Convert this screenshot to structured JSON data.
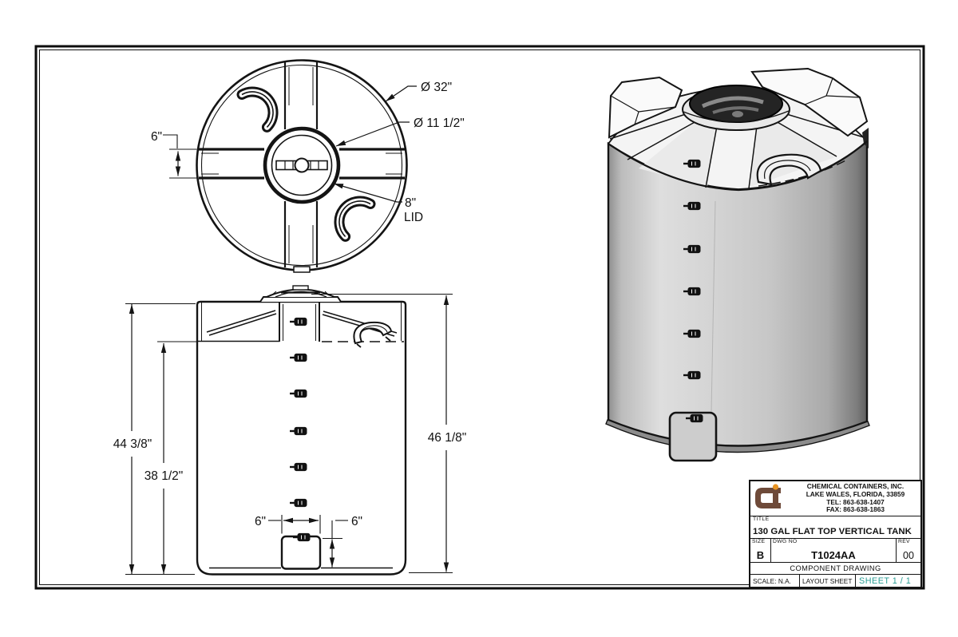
{
  "title_block": {
    "company_name": "CHEMICAL CONTAINERS, INC.",
    "company_address": "LAKE WALES, FLORIDA, 33859",
    "company_tel": "TEL: 863-638-1407",
    "company_fax": "FAX: 863-638-1863",
    "title_label": "TITLE",
    "title": "130 GAL FLAT TOP VERTICAL TANK",
    "size_label": "SIZE",
    "size_value": "B",
    "dwg_label": "DWG NO",
    "dwg_value": "T1024AA",
    "rev_label": "REV",
    "rev_value": "00",
    "drawing_type": "COMPONENT DRAWING",
    "scale": "SCALE: N.A.",
    "layout": "LAYOUT SHEET",
    "sheet": "SHEET 1 / 1"
  },
  "top_view": {
    "dim_outer_diameter": "Ø 32\"",
    "dim_lid_ring_diameter": "Ø 11 1/2\"",
    "dim_lid_size": "8\"",
    "dim_lid_word": "LID",
    "dim_rib_band": "6\""
  },
  "front_view": {
    "dim_height_shoulder": "44 3/8\"",
    "dim_height_sidewall": "38 1/2\"",
    "dim_height_overall": "46 1/8\"",
    "dim_fitting_width": "6\"",
    "dim_fitting_height": "6\""
  },
  "colors": {
    "line": "#141414",
    "sheet_text_teal": "#2a9d94",
    "logo_brown": "#6e4a39",
    "logo_orange": "#e89423",
    "tank_gray": "#c9c9c9"
  }
}
